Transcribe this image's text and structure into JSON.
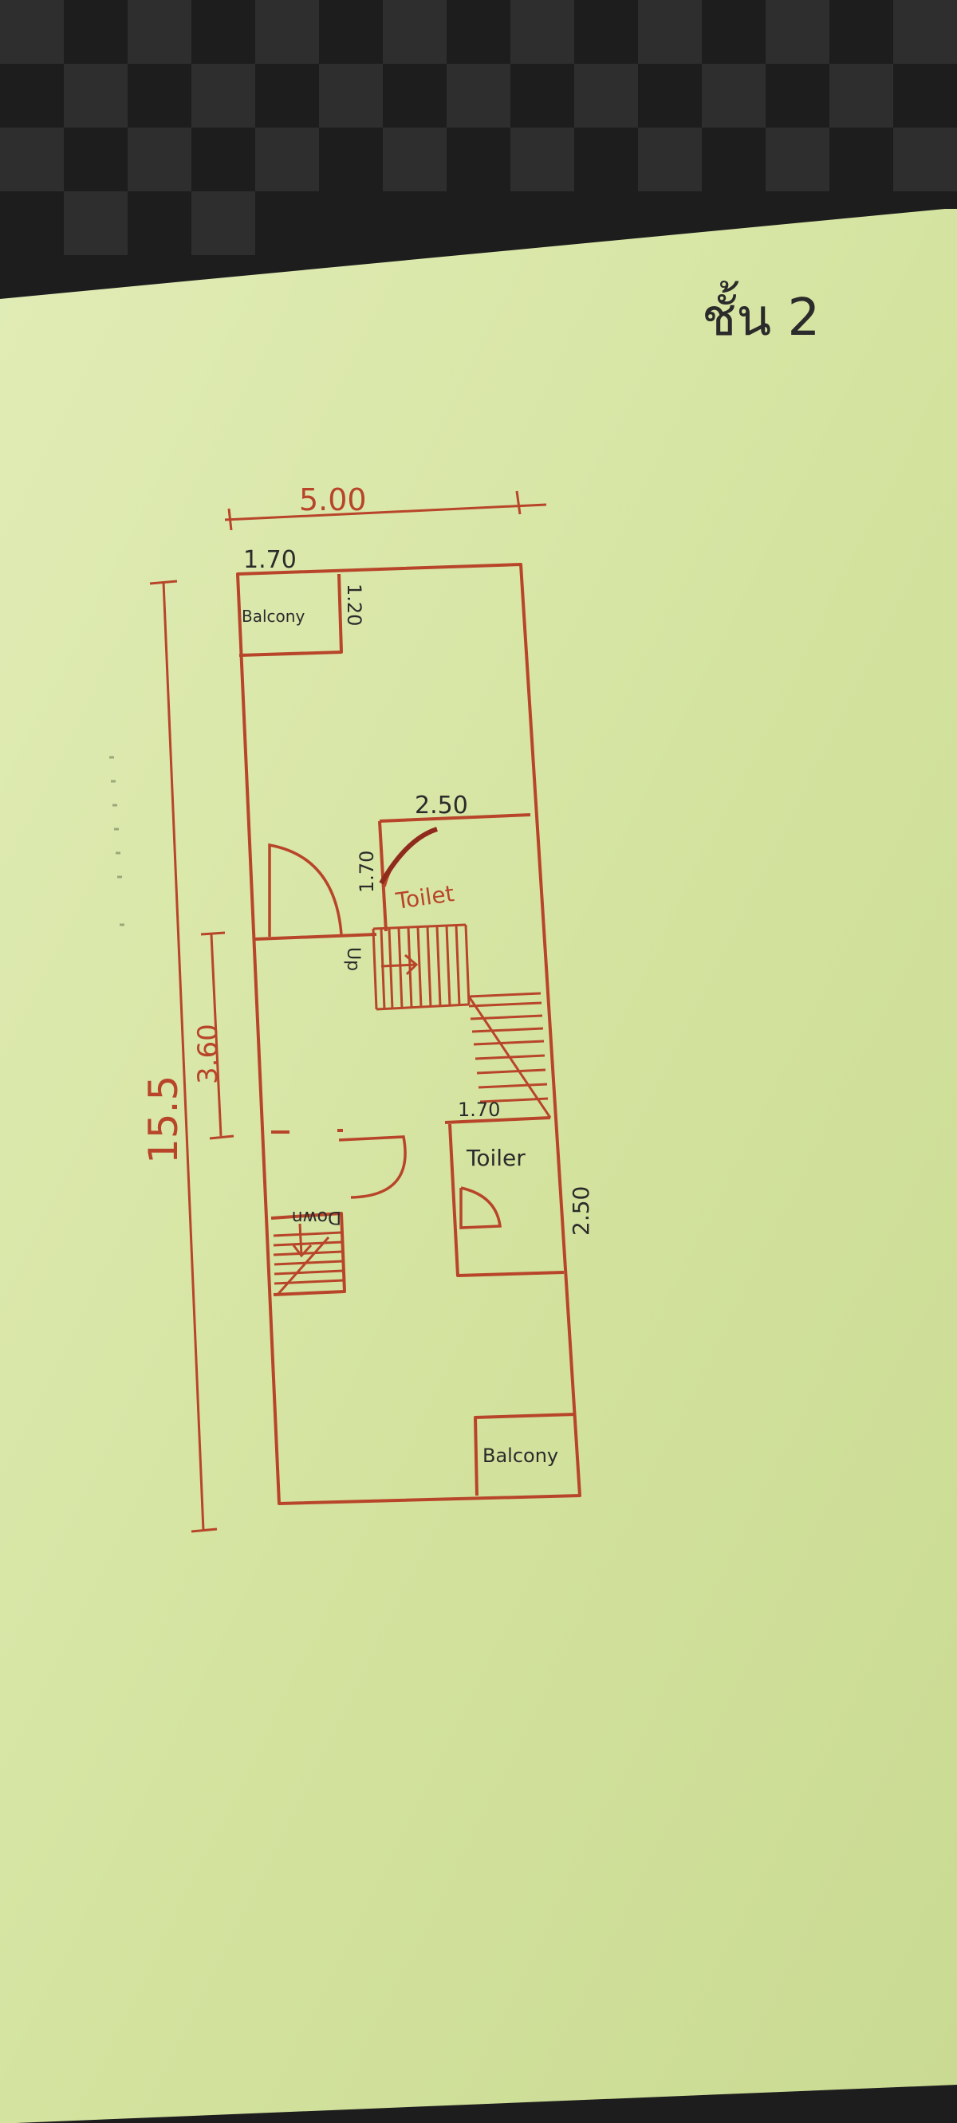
{
  "page": {
    "title": "ชั้น 2",
    "paper_color": "#d8e8a6",
    "ink_color": "#b8452a",
    "pen_color": "#2b2b2b"
  },
  "dimensions": {
    "overall_width": "5.00",
    "overall_length": "15.5",
    "balcony_width": "1.70",
    "balcony_depth": "1.20",
    "toilet1_width": "2.50",
    "toilet1_depth": "1.70",
    "stair_span": "3.60",
    "toilet2_width": "1.70",
    "toilet2_depth": "2.50"
  },
  "labels": {
    "balcony_top": "Balcony",
    "balcony_bottom": "Balcony",
    "toilet_upper": "Toilet",
    "toilet_lower": "Toiler",
    "stair_up": "Up",
    "stair_down": "Down"
  }
}
